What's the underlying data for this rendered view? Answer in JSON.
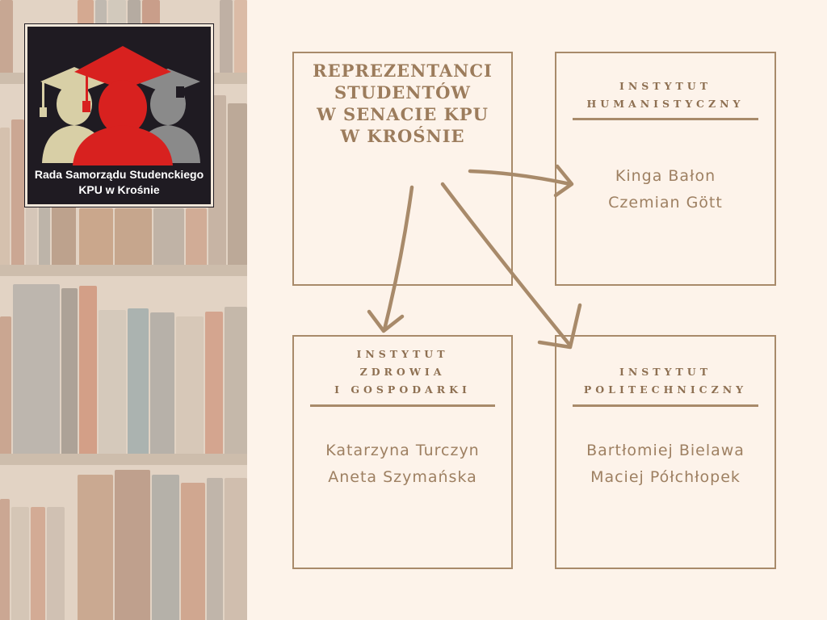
{
  "logo": {
    "line1": "Rada Samorządu Studenckiego",
    "line2": "KPU w Krośnie"
  },
  "main_box": {
    "title_lines": [
      "REPREZENTANCI",
      "STUDENTÓW",
      "W SENACIE KPU",
      "W KROŚNIE"
    ]
  },
  "institutes": [
    {
      "title_lines": [
        "INSTYTUT",
        "HUMANISTYCZNY"
      ],
      "members": [
        "Kinga Bałon",
        "Czemian Gött"
      ]
    },
    {
      "title_lines": [
        "INSTYTUT",
        "ZDROWIA",
        "I GOSPODARKI"
      ],
      "members": [
        "Katarzyna Turczyn",
        "Aneta Szymańska"
      ]
    },
    {
      "title_lines": [
        "INSTYTUT",
        "POLITECHNICZNY"
      ],
      "members": [
        "Bartłomiej Bielawa",
        "Maciej Półchłopek"
      ]
    }
  ],
  "colors": {
    "background": "#fdf3ea",
    "accent": "#a88a6a",
    "logo_red": "#d8211f",
    "logo_beige": "#d8cfa6",
    "logo_gray": "#8a8a8a"
  }
}
